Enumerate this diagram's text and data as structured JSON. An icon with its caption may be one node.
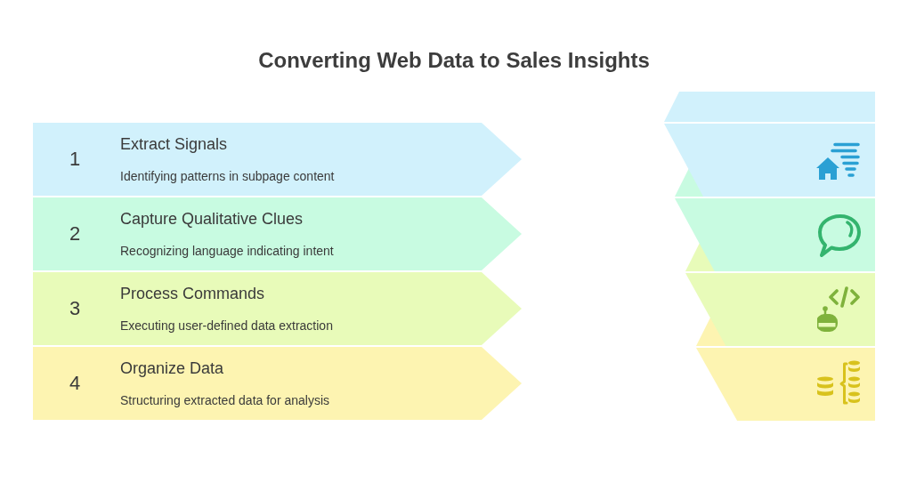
{
  "diagram": {
    "title": "Converting Web Data to Sales Insights",
    "nodes": [
      {
        "text": [
          "1",
          "Extract Signals",
          "Identifying patterns in subpage content"
        ]
      },
      {
        "text": [
          "2",
          "Capture Qualitative Clues",
          "Recognizing language indicating intent"
        ]
      },
      {
        "text": [
          "3",
          "Process Commands",
          "Executing user-defined data extraction"
        ]
      },
      {
        "text": [
          "4",
          "Organize Data",
          "Structuring extracted data for analysis"
        ]
      }
    ]
  }
}
